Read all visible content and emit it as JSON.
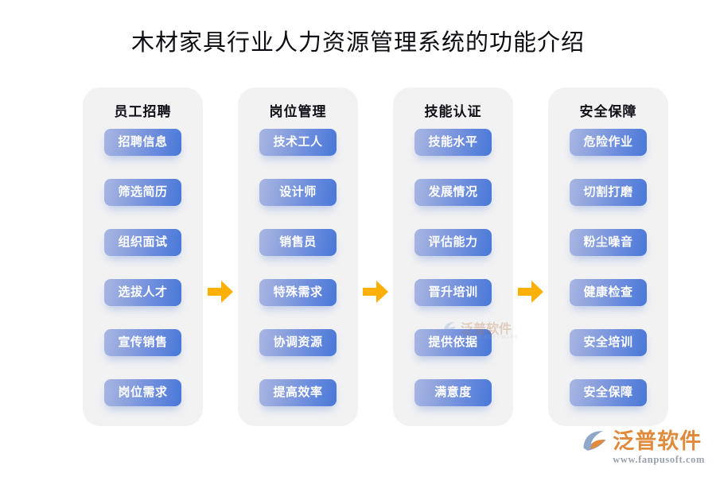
{
  "title": "木材家具行业人力资源管理系统的功能介绍",
  "colors": {
    "background": "#ffffff",
    "card": "#f2f2f3",
    "pill_gradient_start": "#a8b6e2",
    "pill_gradient_end": "#4878d8",
    "pill_text": "#ffffff",
    "arrow": "#fbb003",
    "title_text": "#0d0d14",
    "logo_orange": "#e08a3c",
    "logo_url_gray": "#9aa2ad"
  },
  "flow": {
    "arrow_icon": "arrow-right-icon",
    "arrow_count": 3,
    "columns": [
      {
        "header": "员工招聘",
        "items": [
          "招聘信息",
          "筛选简历",
          "组织面试",
          "选拔人才",
          "宣传销售",
          "岗位需求"
        ]
      },
      {
        "header": "岗位管理",
        "items": [
          "技术工人",
          "设计师",
          "销售员",
          "特殊需求",
          "协调资源",
          "提高效率"
        ]
      },
      {
        "header": "技能认证",
        "items": [
          "技能水平",
          "发展情况",
          "评估能力",
          "晋升培训",
          "提供依据",
          "满意度"
        ]
      },
      {
        "header": "安全保障",
        "items": [
          "危险作业",
          "切割打磨",
          "粉尘噪音",
          "健康检查",
          "安全培训",
          "安全保障"
        ]
      }
    ]
  },
  "watermark": {
    "name": "泛普软件",
    "subtitle": "FANPU SOFTWARE"
  },
  "logo": {
    "name": "泛普软件",
    "url": "www.fanpusoft.com"
  }
}
